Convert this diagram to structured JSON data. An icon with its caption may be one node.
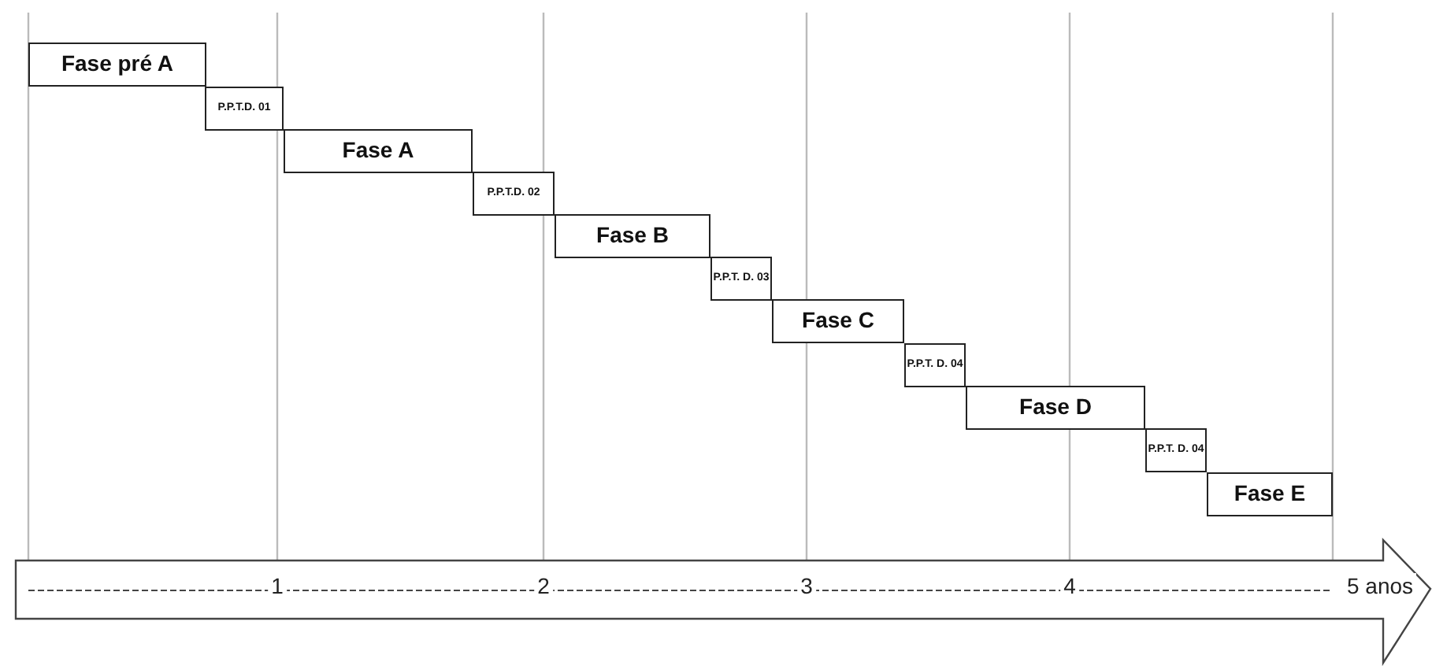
{
  "diagram": {
    "nodes": [
      {
        "text": [
          "Fase pré A"
        ]
      },
      {
        "text": [
          "P.P.T.D. 01"
        ]
      },
      {
        "text": [
          "Fase A"
        ]
      },
      {
        "text": [
          "P.P.T.D. 02"
        ]
      },
      {
        "text": [
          "Fase B"
        ]
      },
      {
        "text": [
          "P.P.T. D. 03"
        ]
      },
      {
        "text": [
          "Fase C"
        ]
      },
      {
        "text": [
          "P.P.T. D. 04"
        ]
      },
      {
        "text": [
          "Fase D"
        ]
      },
      {
        "text": [
          "P.P.T. D. 04"
        ]
      },
      {
        "text": [
          "Fase E"
        ]
      }
    ],
    "labels": [
      "1",
      "2",
      "3",
      "4",
      "5 anos"
    ]
  }
}
